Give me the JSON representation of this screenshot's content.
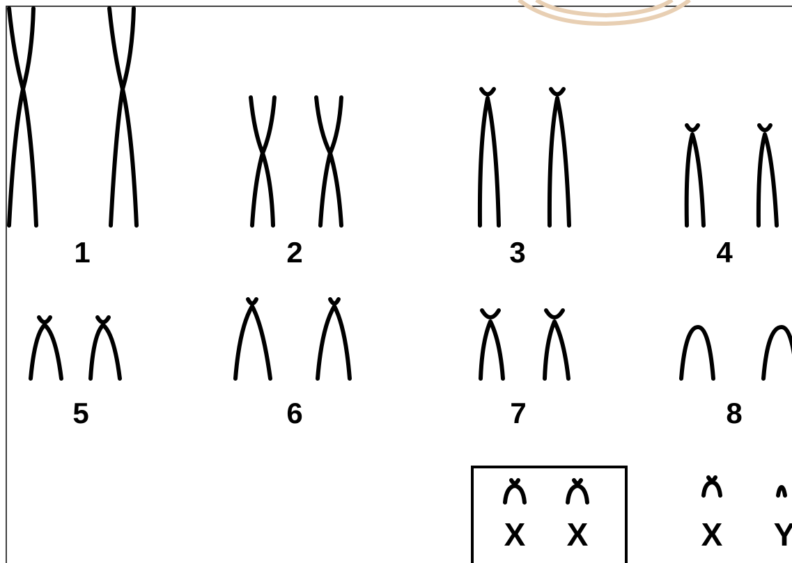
{
  "karyotype": {
    "pairs": [
      {
        "label": "1"
      },
      {
        "label": "2"
      },
      {
        "label": "3"
      },
      {
        "label": "4"
      },
      {
        "label": "5"
      },
      {
        "label": "6"
      },
      {
        "label": "7"
      },
      {
        "label": "8"
      }
    ],
    "sex_chromosomes": {
      "female_pair": [
        "X",
        "X"
      ],
      "male_pair": [
        "X",
        "Y"
      ]
    }
  },
  "colors": {
    "stroke": "#000000",
    "background": "#ffffff",
    "watermark": "#e8cfb3"
  }
}
